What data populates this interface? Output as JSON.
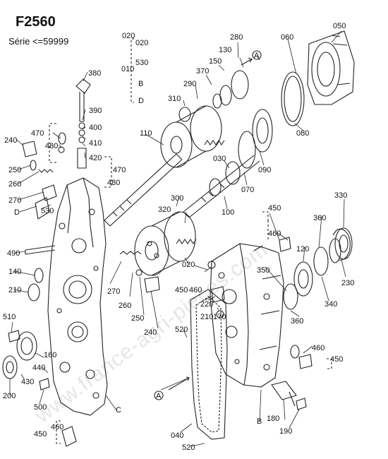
{
  "header": {
    "model": "F2560",
    "series": "Série <=59999"
  },
  "watermark": "www.france-agri-pieces.com",
  "group_010": {
    "label": "010",
    "items": [
      "020",
      "530",
      "B",
      "D"
    ]
  },
  "callouts": {
    "c380": "380",
    "c390": "390",
    "c400": "400",
    "c410": "410",
    "c420": "420",
    "c470a": "470",
    "c470b": "470",
    "c480a": "480",
    "c480b": "480",
    "c240a": "240",
    "c250a": "250",
    "c260a": "260",
    "c270a": "270",
    "cD": "D",
    "c530": "530",
    "c110": "110",
    "c310": "310",
    "c290": "290",
    "c370": "370",
    "c150": "150",
    "c130": "130",
    "c280": "280",
    "cA1": "A",
    "c060": "060",
    "c050": "050",
    "c080": "080",
    "c090": "090",
    "c030": "030",
    "c070": "070",
    "c100": "100",
    "c300": "300",
    "c320": "320",
    "c020b": "020",
    "c490": "490",
    "c140": "140",
    "c210a": "210",
    "c510": "510",
    "c160": "160",
    "c440": "440",
    "c430": "430",
    "c200": "200",
    "c500": "500",
    "c270b": "270",
    "c260b": "260",
    "c250b": "250",
    "c240b": "240",
    "cC": "C",
    "c460a": "460",
    "c450a": "450",
    "c450b": "450",
    "c460b": "460",
    "c330": "330",
    "c360a": "360",
    "c120": "120",
    "c350": "350",
    "c230": "230",
    "c340": "340",
    "c360b": "360",
    "c450c": "450",
    "c460c": "460",
    "c220": "220",
    "c210b": "210",
    "c170": "170",
    "c520a": "520",
    "c460d": "460",
    "c450d": "450",
    "cA2": "A",
    "c040": "040",
    "cB": "B",
    "c180": "180",
    "c190": "190",
    "c520b": "520"
  }
}
